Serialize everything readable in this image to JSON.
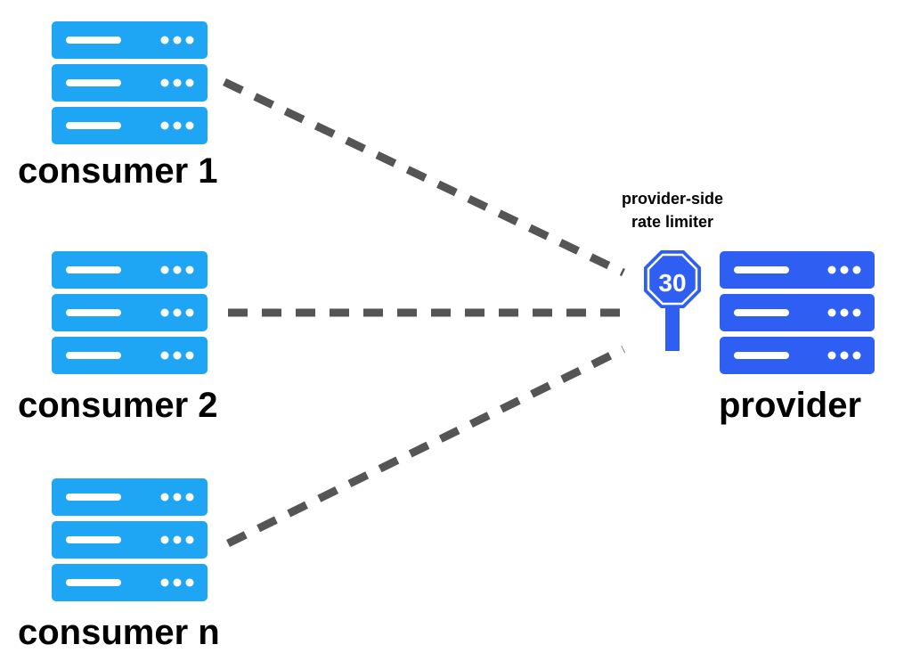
{
  "consumers": [
    {
      "label": "consumer 1"
    },
    {
      "label": "consumer 2"
    },
    {
      "label": "consumer n"
    }
  ],
  "provider": {
    "label": "provider"
  },
  "rate_limiter": {
    "caption_line1": "provider-side",
    "caption_line2": "rate limiter",
    "sign_value": "30"
  },
  "colors": {
    "consumer_server": "#1ea5f4",
    "provider_server": "#2f5ff2",
    "connector_line": "#555555",
    "text": "#000000"
  },
  "icons": {
    "consumer": "server-stack-icon",
    "provider": "server-stack-icon",
    "limiter": "speed-limit-sign-icon"
  }
}
